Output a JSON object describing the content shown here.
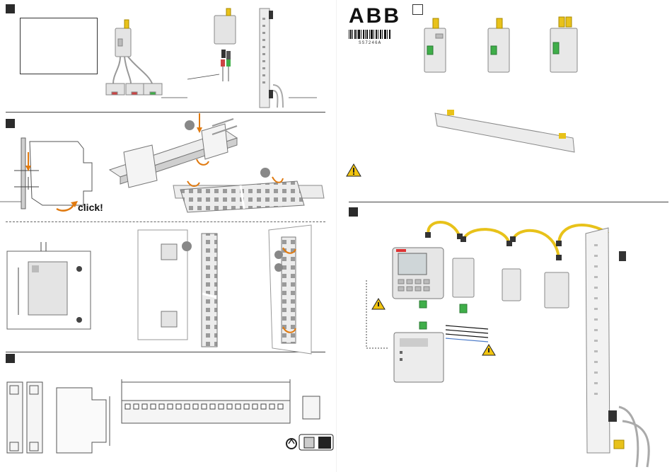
{
  "brand": {
    "logo_text": "ABB",
    "barcode_code": "SS7246A"
  },
  "labels": {
    "click_top": "click!",
    "click_left": "click!"
  },
  "colors": {
    "cable_yellow": "#e8c21a",
    "connector_green": "#3fae49",
    "warning": "#f1c40f",
    "device_grey": "#e4e4e4",
    "step_box": "#2b2b2b"
  },
  "icons": [
    "warning-icon",
    "recycle-icon",
    "bin-icon",
    "barcode-icon"
  ]
}
